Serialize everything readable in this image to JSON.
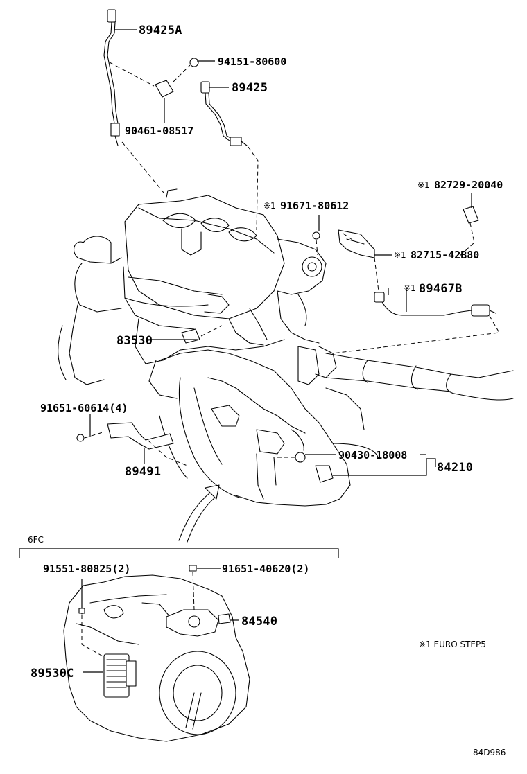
{
  "diagram": {
    "parts": {
      "p_89425A": "89425A",
      "p_94151": "94151-80600",
      "p_89425": "89425",
      "p_90461": "90461-08517",
      "p_82729": "82729-20040",
      "p_91671": "91671-80612",
      "p_82715": "82715-42B80",
      "p_89467B": "89467B",
      "p_83530": "83530",
      "p_91651_60614": "91651-60614(4)",
      "p_89491": "89491",
      "p_90430": "90430-18008",
      "p_84210": "84210",
      "p_91551": "91551-80825(2)",
      "p_91651_40620": "91651-40620(2)",
      "p_84540": "84540",
      "p_89530C": "89530C"
    },
    "marks": {
      "m1": "※1",
      "m2": "※1",
      "m3": "※1",
      "m4": "※1"
    },
    "section_label": "6FC",
    "footnote": "※1 EURO STEP5",
    "drawing_id": "84D986"
  }
}
